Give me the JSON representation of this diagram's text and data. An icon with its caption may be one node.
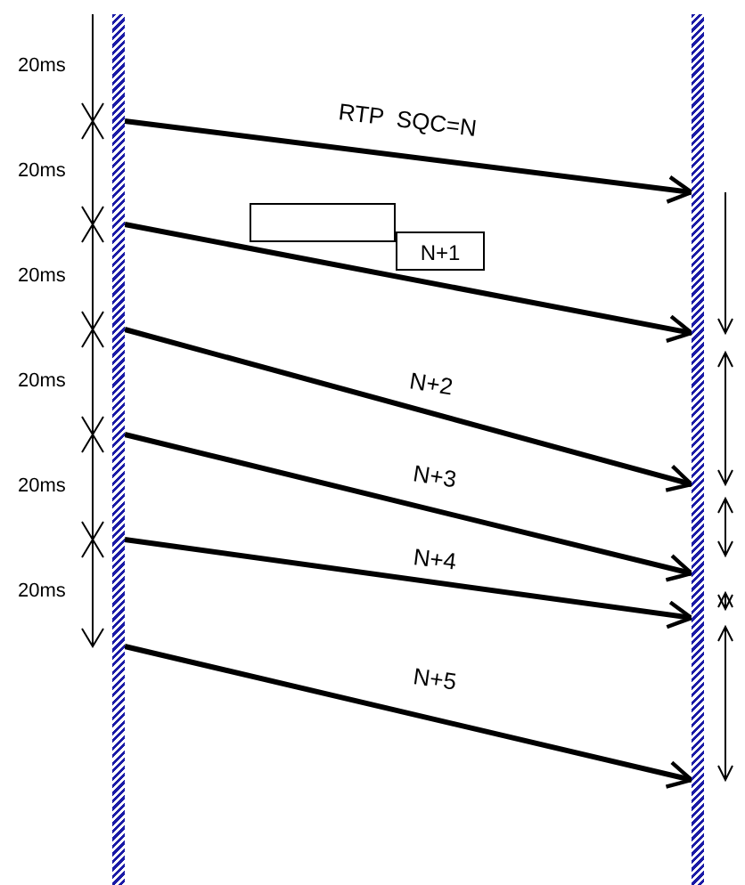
{
  "diagram": {
    "nodes": [
      {
        "text": [],
        "shape": "bar"
      },
      {
        "text": [],
        "shape": "bar"
      },
      {
        "text": [],
        "shape": "box"
      },
      {
        "text": [
          "N+1"
        ]
      }
    ],
    "edges": [
      {
        "from": 0,
        "to": 1,
        "arrow": "to",
        "label": "RTP  SQC=N"
      },
      {
        "from": 0,
        "to": 1,
        "arrow": "to"
      },
      {
        "from": 0,
        "to": 1,
        "arrow": "to",
        "label": "N+2"
      },
      {
        "from": 0,
        "to": 1,
        "arrow": "to",
        "label": "N+3"
      },
      {
        "from": 0,
        "to": 1,
        "arrow": "to",
        "label": "N+4"
      },
      {
        "from": 0,
        "to": 1,
        "arrow": "to",
        "label": "N+5"
      }
    ],
    "labels": [
      "20ms",
      "20ms",
      "20ms",
      "20ms",
      "20ms",
      "20ms"
    ]
  }
}
